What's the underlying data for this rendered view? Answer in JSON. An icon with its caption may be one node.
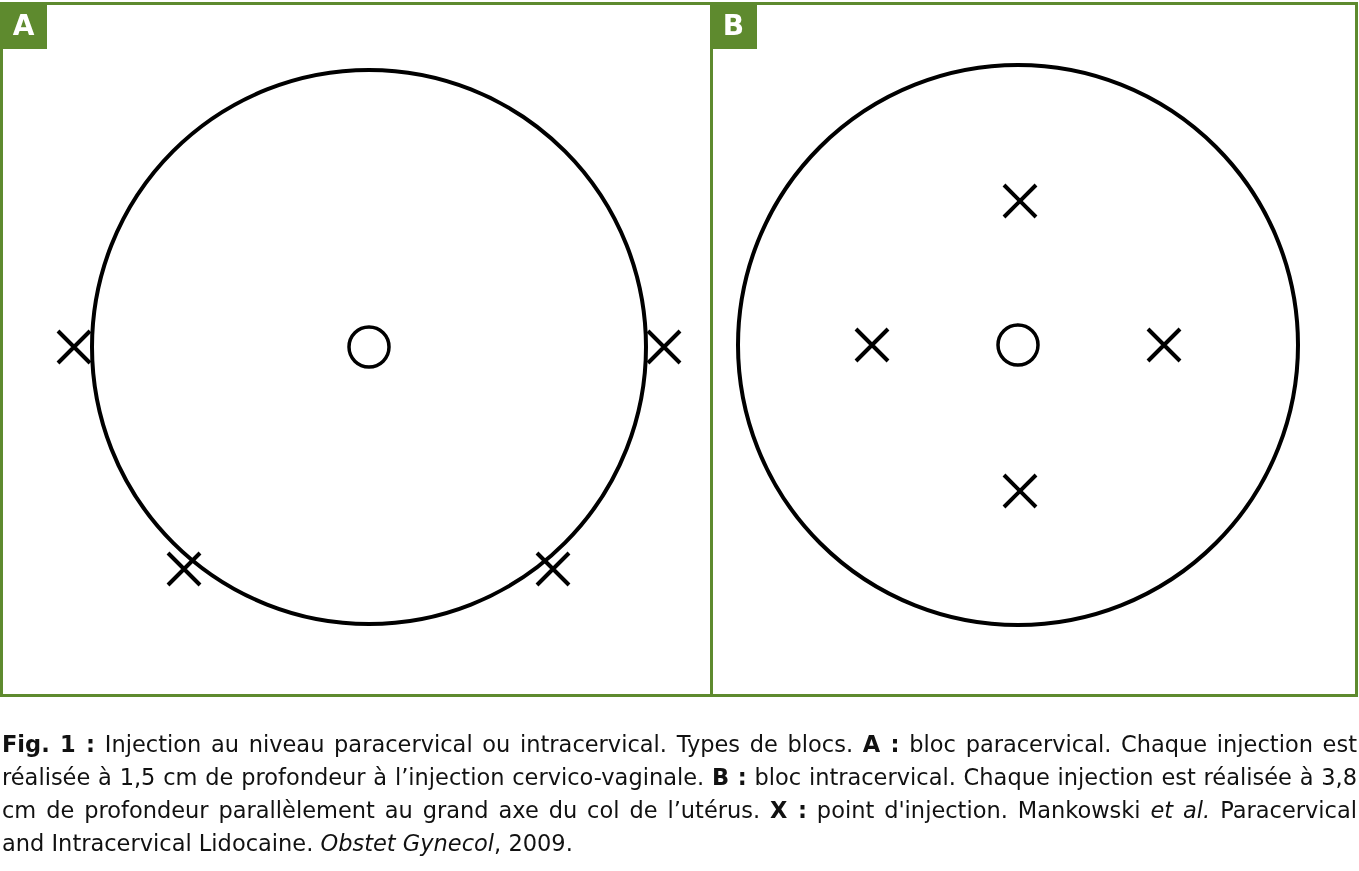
{
  "diagram": {
    "nodes": [
      {
        "text": [
          "A"
        ]
      },
      {
        "text": [
          "B"
        ]
      }
    ],
    "caption": "**Fig. 1 :** Injection au niveau paracervical ou intracervical. Types de blocs. **A :** bloc paracervical. Chaque injection est réalisée à 1,5 cm de profondeur à l’injection cervico-vaginale. **B :** bloc intracervical. Chaque injection est réalisée à 3,8 cm de profondeur parallèlement au grand axe du col de l’utérus. **X :** point d'injection. Mankowski *et al.* Paracervical and Intracervical Lidocaine. *Obstet Gynecol*, 2009."
  }
}
